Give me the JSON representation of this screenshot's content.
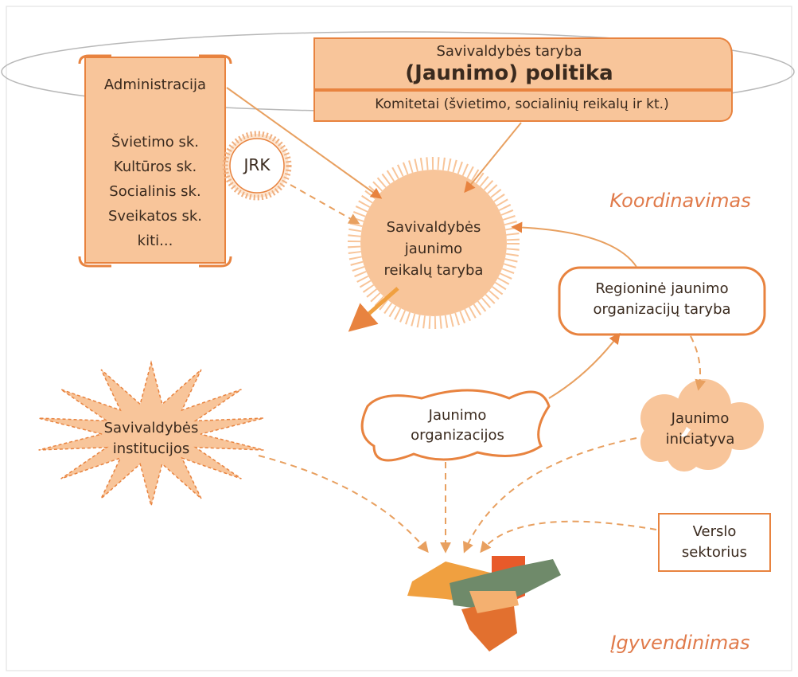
{
  "council": {
    "line1": "Savivaldybės taryba",
    "line2": "(Jaunimo) politika",
    "committees": "Komitetai (švietimo, socialinių reikalų ir kt.)"
  },
  "administration": {
    "title": "Administracija",
    "items": [
      "Švietimo sk.",
      "Kultūros sk.",
      "Socialinis sk.",
      "Sveikatos sk.",
      "kiti..."
    ]
  },
  "jrk": "JRK",
  "youth_council": {
    "lines": [
      "Savivaldybės",
      "jaunimo",
      "reikalų taryba"
    ]
  },
  "coordination_label": "Koordinavimas",
  "regional_council": {
    "lines": [
      "Regioninė jaunimo",
      "organizacijų taryba"
    ]
  },
  "institutions": {
    "lines": [
      "Savivaldybės",
      "institucijos"
    ]
  },
  "youth_orgs": {
    "lines": [
      "Jaunimo",
      "organizacijos"
    ]
  },
  "youth_initiative": {
    "lines": [
      "Jaunimo",
      "iniciatyva"
    ]
  },
  "business": {
    "lines": [
      "Verslo",
      "sektorius"
    ]
  },
  "implementation_label": "Įgyvendinimas",
  "colors": {
    "fill": "#f8c59a",
    "stroke": "#e8833f",
    "dark_stroke": "#d86a2a",
    "label": "#e07a4a",
    "text": "#3a2a1e"
  }
}
